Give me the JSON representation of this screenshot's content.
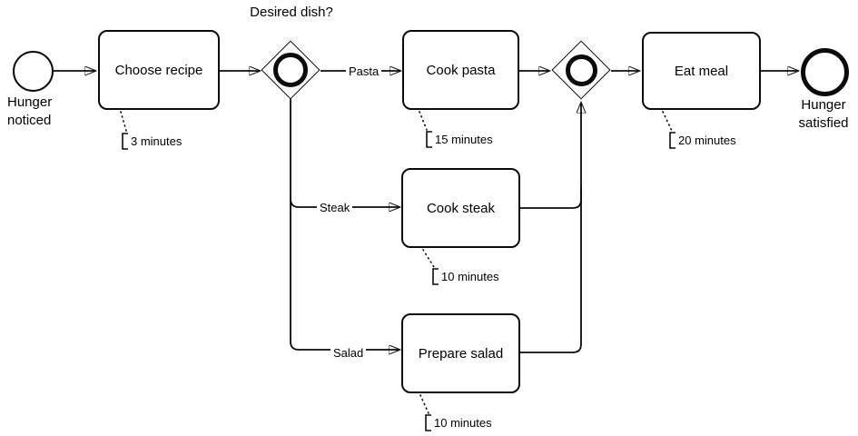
{
  "diagram": {
    "type": "BPMN process diagram",
    "colors": {
      "stroke": "#0b0b0b",
      "fill": "#ffffff",
      "background": "#ffffff"
    },
    "start_event": {
      "label": "Hunger noticed"
    },
    "end_event": {
      "label": "Hunger satisfied"
    },
    "gateway": {
      "question": "Desired dish?"
    },
    "tasks": [
      {
        "label": "Choose recipe",
        "duration": "3 minutes"
      },
      {
        "label": "Cook pasta",
        "duration": "15 minutes"
      },
      {
        "label": "Cook steak",
        "duration": "10 minutes"
      },
      {
        "label": "Prepare salad",
        "duration": "10 minutes"
      },
      {
        "label": "Eat meal",
        "duration": "20 minutes"
      }
    ],
    "flows": [
      {
        "label": "Pasta"
      },
      {
        "label": "Steak"
      },
      {
        "label": "Salad"
      }
    ]
  }
}
